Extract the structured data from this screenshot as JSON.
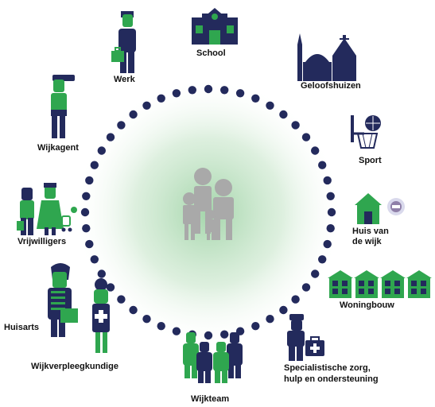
{
  "labels": {
    "school": "School",
    "werk": "Werk",
    "geloofshuizen": "Geloofshuizen",
    "wijkagent": "Wijkagent",
    "sport": "Sport",
    "vrijwilligers": "Vrijwilligers",
    "huis_van_de_wijk_1": "Huis van",
    "huis_van_de_wijk_2": "de wijk",
    "woningbouw": "Woningbouw",
    "huisarts": "Huisarts",
    "wijkverpleegkundige": "Wijkverpleegkundige",
    "specialistische_1": "Specialistische zorg,",
    "specialistische_2": "hulp en ondersteuning",
    "wijkteam": "Wijkteam"
  },
  "colors": {
    "navy": "#232a5c",
    "green": "#2fa64f",
    "center_glow": "#bfe0c2",
    "family_gray": "#a9a9a9"
  },
  "icons": [
    "school-building-icon",
    "werk-person-icon",
    "geloofshuizen-icon",
    "wijkagent-icon",
    "sport-basket-icon",
    "vrijwilligers-icon",
    "huis-van-de-wijk-icon",
    "woningbouw-icon",
    "huisarts-icon",
    "wijkverpleegkundige-icon",
    "specialist-icon",
    "wijkteam-icon",
    "family-icon"
  ]
}
